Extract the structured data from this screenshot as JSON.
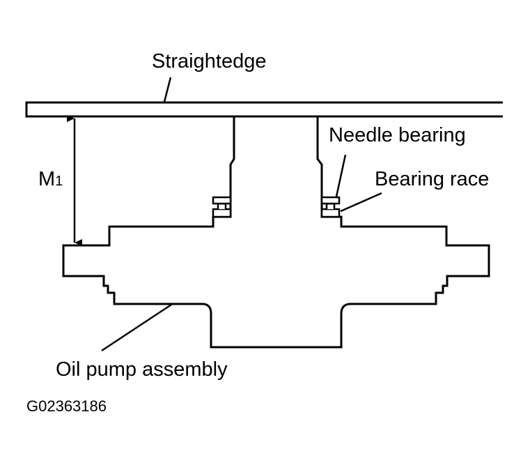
{
  "labels": {
    "straightedge": "Straightedge",
    "needle_bearing": "Needle bearing",
    "bearing_race": "Bearing race",
    "m1_main": "M",
    "m1_sub": "1",
    "oil_pump_assembly": "Oil pump assembly",
    "figure_id": "G02363186"
  },
  "colors": {
    "line": "#000000",
    "background": "#ffffff"
  }
}
